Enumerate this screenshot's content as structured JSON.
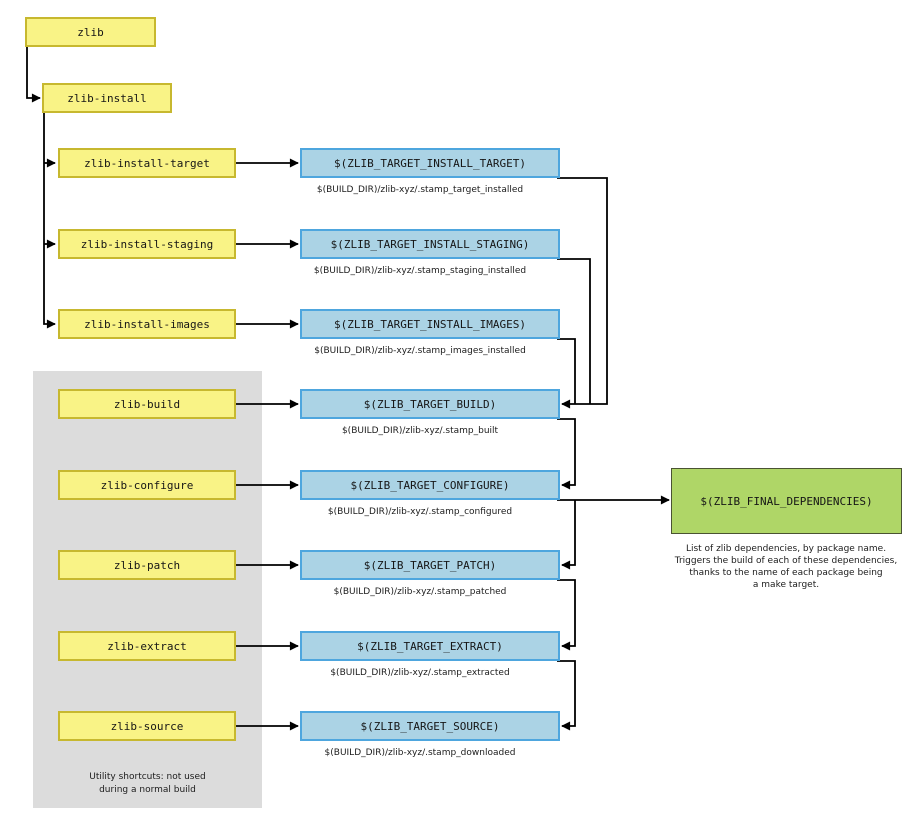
{
  "diagram": {
    "root": {
      "label": "zlib"
    },
    "install": {
      "label": "zlib-install"
    },
    "rows": [
      {
        "shortcut": "zlib-install-target",
        "rule": "$(ZLIB_TARGET_INSTALL_TARGET)",
        "stamp": "$(BUILD_DIR)/zlib-xyz/.stamp_target_installed"
      },
      {
        "shortcut": "zlib-install-staging",
        "rule": "$(ZLIB_TARGET_INSTALL_STAGING)",
        "stamp": "$(BUILD_DIR)/zlib-xyz/.stamp_staging_installed"
      },
      {
        "shortcut": "zlib-install-images",
        "rule": "$(ZLIB_TARGET_INSTALL_IMAGES)",
        "stamp": "$(BUILD_DIR)/zlib-xyz/.stamp_images_installed"
      },
      {
        "shortcut": "zlib-build",
        "rule": "$(ZLIB_TARGET_BUILD)",
        "stamp": "$(BUILD_DIR)/zlib-xyz/.stamp_built"
      },
      {
        "shortcut": "zlib-configure",
        "rule": "$(ZLIB_TARGET_CONFIGURE)",
        "stamp": "$(BUILD_DIR)/zlib-xyz/.stamp_configured"
      },
      {
        "shortcut": "zlib-patch",
        "rule": "$(ZLIB_TARGET_PATCH)",
        "stamp": "$(BUILD_DIR)/zlib-xyz/.stamp_patched"
      },
      {
        "shortcut": "zlib-extract",
        "rule": "$(ZLIB_TARGET_EXTRACT)",
        "stamp": "$(BUILD_DIR)/zlib-xyz/.stamp_extracted"
      },
      {
        "shortcut": "zlib-source",
        "rule": "$(ZLIB_TARGET_SOURCE)",
        "stamp": "$(BUILD_DIR)/zlib-xyz/.stamp_downloaded"
      }
    ],
    "utility_note": {
      "line1": "Utility shortcuts: not used",
      "line2": "during a normal build"
    },
    "final_dependencies": {
      "label": "$(ZLIB_FINAL_DEPENDENCIES)",
      "caption_line1": "List of zlib dependencies, by package name.",
      "caption_line2": "Triggers the build of each of these dependencies,",
      "caption_line3": "thanks to the name of each package being",
      "caption_line4": "a make target."
    },
    "colors": {
      "shortcut_fill": "#F9F386",
      "shortcut_border": "#C7B82F",
      "rule_fill": "#ABD3E5",
      "rule_border": "#4EA6DE",
      "final_fill": "#AFD667",
      "final_border": "#4A5332",
      "region_fill": "#DCDCDC",
      "edge": "#000000"
    }
  }
}
